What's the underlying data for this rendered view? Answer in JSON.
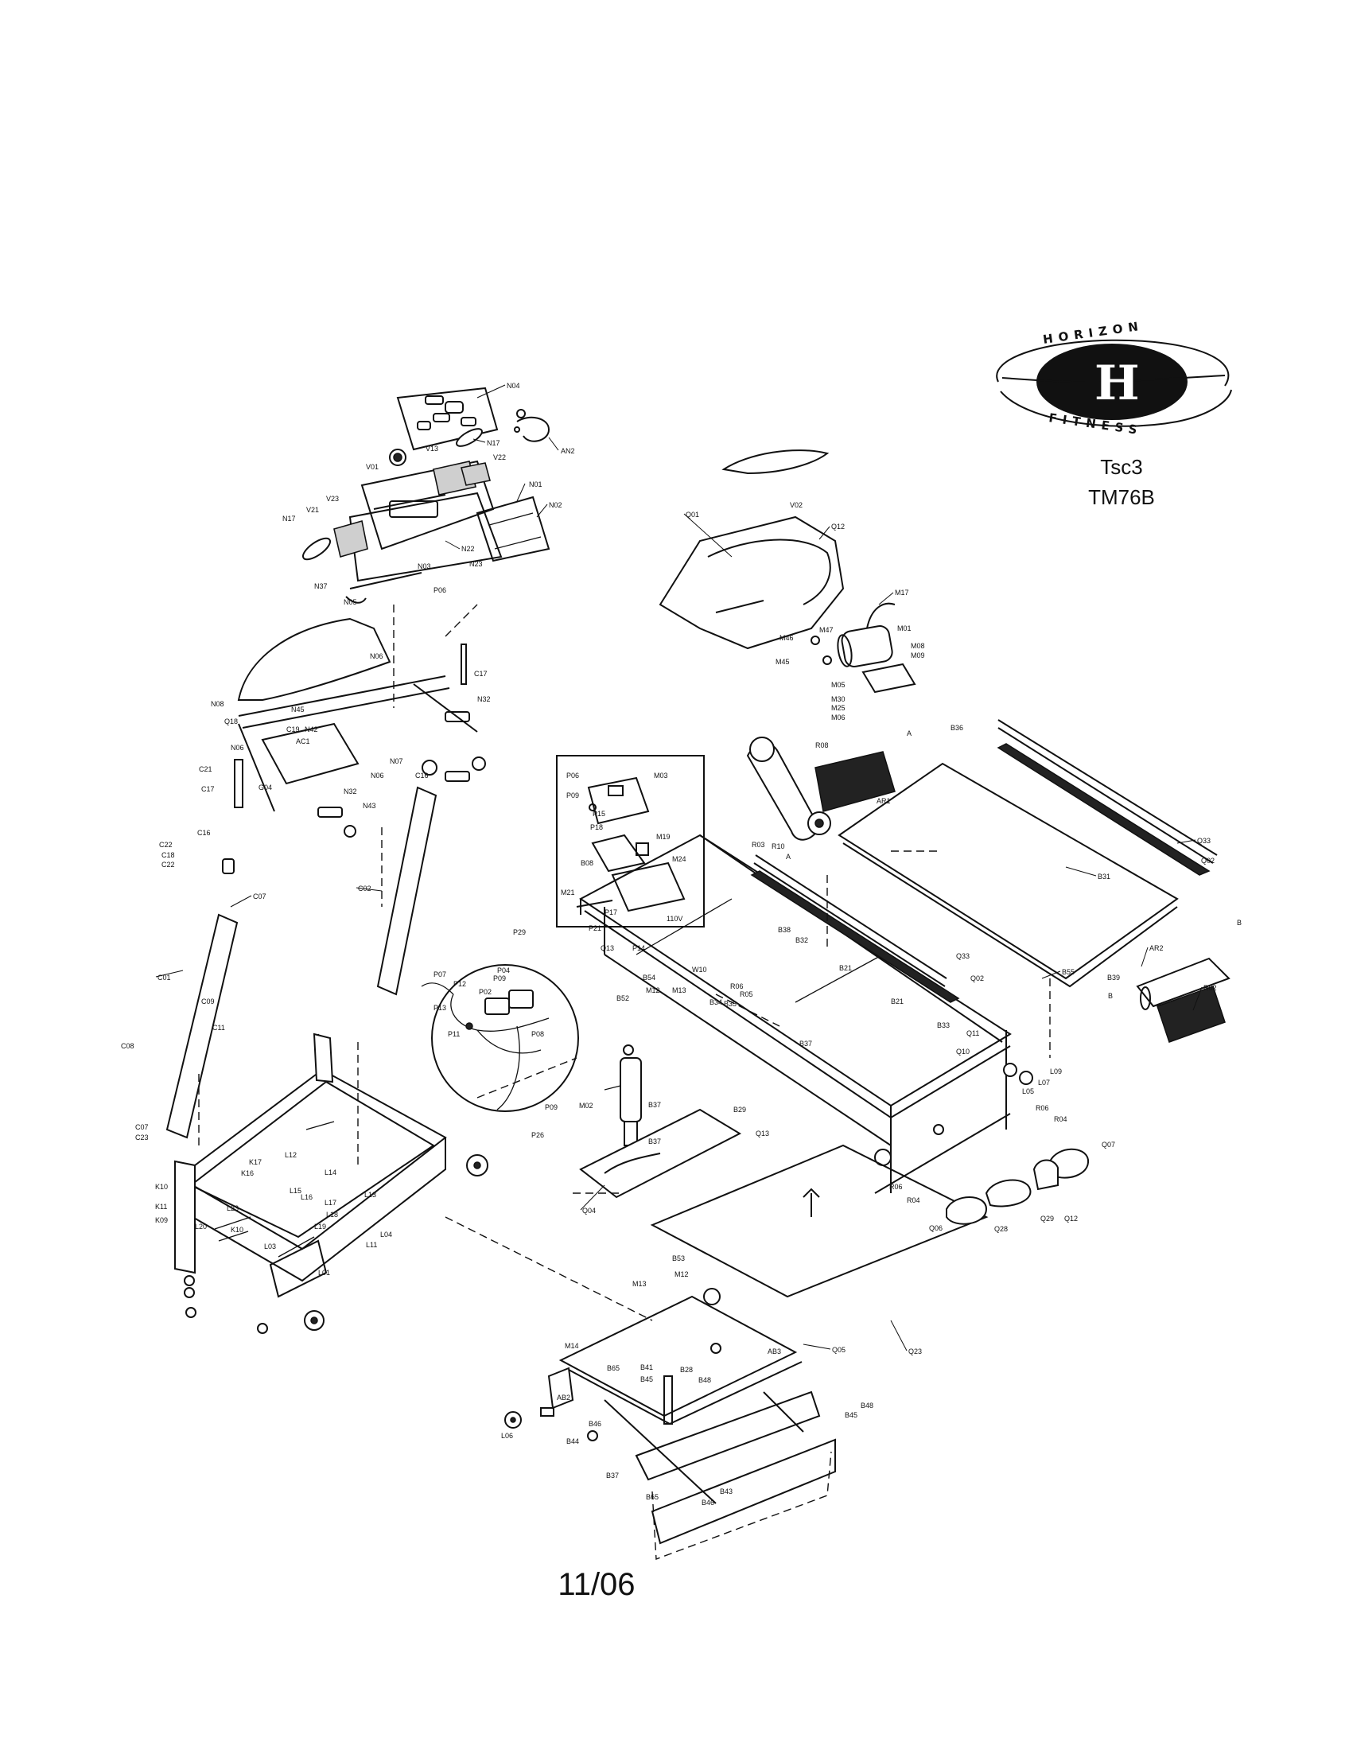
{
  "logo": {
    "arc_top": "HORIZON",
    "arc_bottom": "FITNESS",
    "monogram": "H"
  },
  "model": {
    "line1": "Tsc3",
    "line2": "TM76B"
  },
  "date": "11/06",
  "part_labels": [
    "N04",
    "AN2",
    "N17",
    "V01",
    "V13",
    "V22",
    "N01",
    "N02",
    "V23",
    "V21",
    "N17",
    "N22",
    "N23",
    "N03",
    "N37",
    "N05",
    "P06",
    "N06",
    "C17",
    "N32",
    "N08",
    "N45",
    "Q18",
    "C19",
    "N42",
    "AC1",
    "N06",
    "C21",
    "C17",
    "G04",
    "N06",
    "N07",
    "N32",
    "C16",
    "N43",
    "C16",
    "C22",
    "C18",
    "C22",
    "C07",
    "C02",
    "C01",
    "C09",
    "C11",
    "C08",
    "Q01",
    "V02",
    "Q12",
    "M17",
    "M47",
    "M01",
    "M46",
    "M08",
    "M09",
    "M45",
    "M05",
    "M30",
    "M25",
    "M06",
    "R08",
    "AR1",
    "B36",
    "R03",
    "R10",
    "A",
    "A",
    "Q33",
    "Q02",
    "B31",
    "P06",
    "M03",
    "P09",
    "P15",
    "P18",
    "M19",
    "B08",
    "M24",
    "M21",
    "P17",
    "110V",
    "P29",
    "P21",
    "Q13",
    "P14",
    "W10",
    "B38",
    "B32",
    "B54",
    "M12",
    "M13",
    "B52",
    "R06",
    "R05",
    "B35",
    "B34",
    "B21",
    "B21",
    "B33",
    "B37",
    "Q33",
    "Q02",
    "AR2",
    "R02",
    "B55",
    "B39",
    "B",
    "B",
    "P07",
    "P04",
    "P12",
    "P02",
    "P09",
    "P13",
    "P11",
    "P08",
    "P09",
    "P26",
    "M02",
    "B37",
    "B29",
    "B37",
    "Q13",
    "Q04",
    "Q11",
    "Q10",
    "L09",
    "L07",
    "L05",
    "R06",
    "R04",
    "Q07",
    "R06",
    "R04",
    "Q06",
    "Q28",
    "Q29",
    "Q12",
    "Q05",
    "Q23",
    "C07",
    "C23",
    "K17",
    "K16",
    "L12",
    "L14",
    "L15",
    "L16",
    "L17",
    "L13",
    "L23",
    "L18",
    "L19",
    "K10",
    "K11",
    "K09",
    "L20",
    "K10",
    "L03",
    "L04",
    "L11",
    "L01",
    "B53",
    "M13",
    "M12",
    "M14",
    "B65",
    "B41",
    "B45",
    "B28",
    "B48",
    "AB3",
    "AB2",
    "L06",
    "B46",
    "B44",
    "B37",
    "B65",
    "B46",
    "B43",
    "B45",
    "B48"
  ]
}
